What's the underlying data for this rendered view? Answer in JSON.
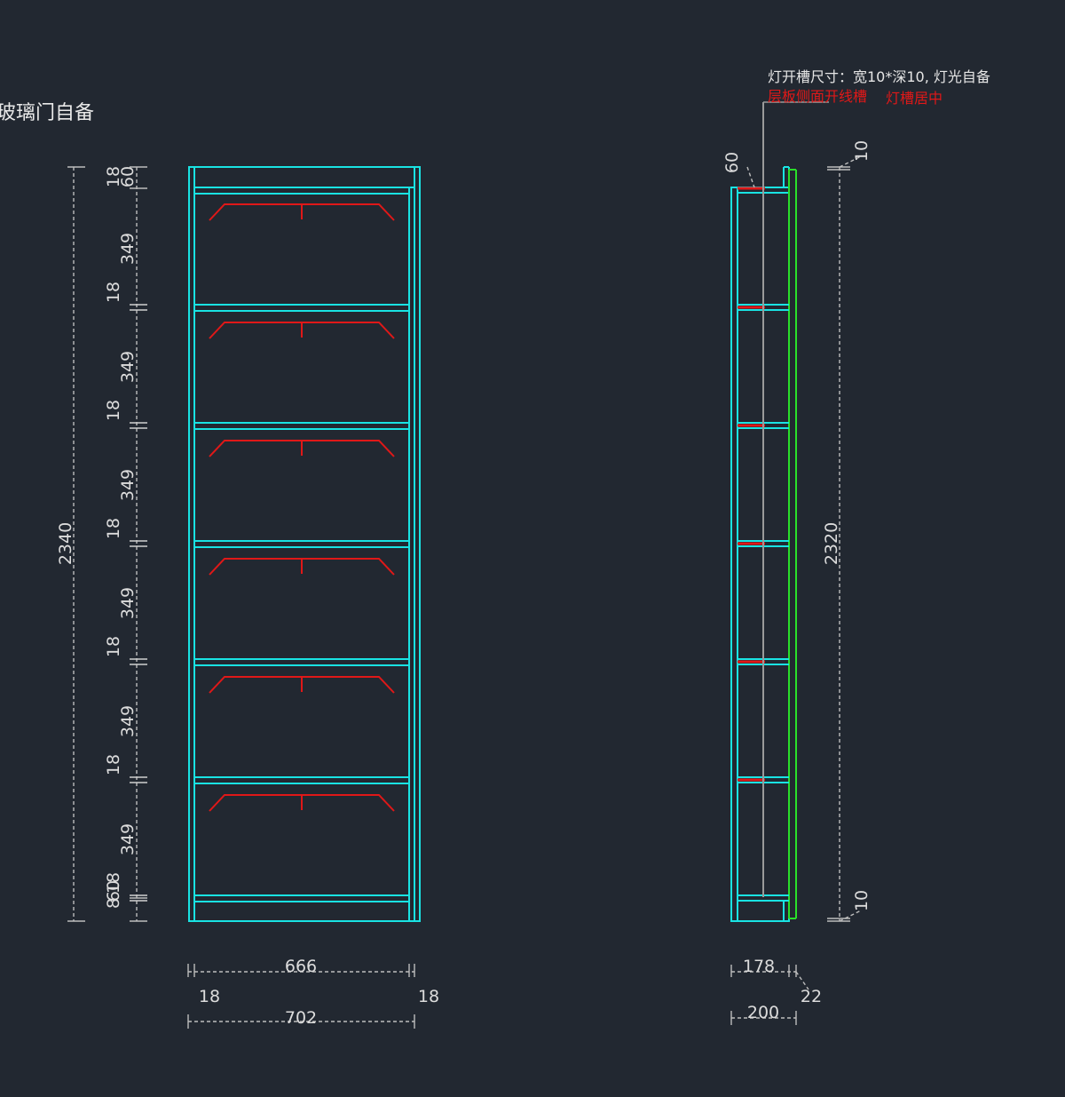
{
  "labels": {
    "title": "玻璃门自备",
    "note_white": "灯开槽尺寸：宽10*深10, 灯光自备",
    "note_red_1": "层板侧面开线槽",
    "note_red_2": "灯槽居中"
  },
  "front_view": {
    "overall_height": "2340",
    "top_panel": "18",
    "top_gap": "60",
    "shelf_thickness": "18",
    "shelf_spacing": "349",
    "shelf_count": 6,
    "bottom_gap": "60",
    "bottom_panel": "8",
    "inner_width": "666",
    "side_left": "18",
    "side_right": "18",
    "overall_width": "702"
  },
  "side_view": {
    "overall_height": "2320",
    "top_offset": "10",
    "bottom_offset": "10",
    "top_gap": "60",
    "depth_inner": "178",
    "door_thickness": "22",
    "overall_depth": "200"
  },
  "colors": {
    "background": "#222831",
    "cabinet_line": "#19e3e3",
    "light_slot": "#e01818",
    "glass_door": "#2adf2a",
    "dimension": "#cfcfcf",
    "leader": "#9a9a9a"
  }
}
